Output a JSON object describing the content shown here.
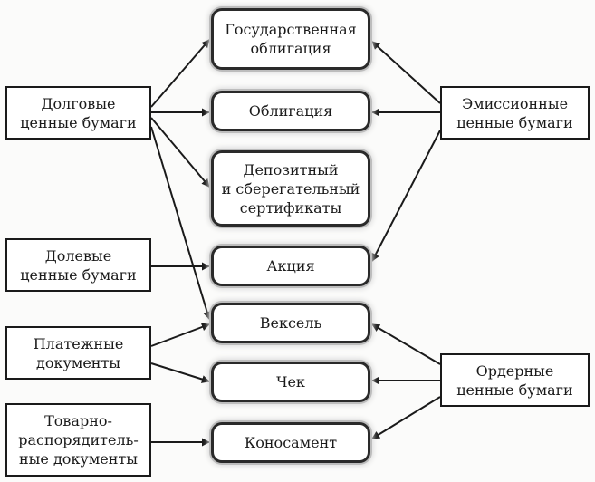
{
  "diagram": {
    "center_nodes": [
      {
        "id": "gov-bond",
        "lines": [
          "Государственная",
          "облигация"
        ]
      },
      {
        "id": "bond",
        "lines": [
          "Облигация"
        ]
      },
      {
        "id": "certificates",
        "lines": [
          "Депозитный",
          "и сберегательный",
          "сертификаты"
        ]
      },
      {
        "id": "share",
        "lines": [
          "Акция"
        ]
      },
      {
        "id": "bill",
        "lines": [
          "Вексель"
        ]
      },
      {
        "id": "cheque",
        "lines": [
          "Чек"
        ]
      },
      {
        "id": "bill-of-lading",
        "lines": [
          "Коносамент"
        ]
      }
    ],
    "left_nodes": [
      {
        "id": "debt",
        "lines": [
          "Долговые",
          "ценные бумаги"
        ]
      },
      {
        "id": "equity",
        "lines": [
          "Долевые",
          "ценные бумаги"
        ]
      },
      {
        "id": "payment",
        "lines": [
          "Платежные",
          "документы"
        ]
      },
      {
        "id": "commodity",
        "lines": [
          "Товарно-",
          "распорядитель-",
          "ные документы"
        ]
      }
    ],
    "right_nodes": [
      {
        "id": "issued",
        "lines": [
          "Эмиссионные",
          "ценные бумаги"
        ]
      },
      {
        "id": "order",
        "lines": [
          "Ордерные",
          "ценные бумаги"
        ]
      }
    ],
    "edges": [
      {
        "from": "debt",
        "to": "gov-bond"
      },
      {
        "from": "debt",
        "to": "bond"
      },
      {
        "from": "debt",
        "to": "certificates"
      },
      {
        "from": "debt",
        "to": "bill"
      },
      {
        "from": "equity",
        "to": "share"
      },
      {
        "from": "payment",
        "to": "bill"
      },
      {
        "from": "payment",
        "to": "cheque"
      },
      {
        "from": "commodity",
        "to": "bill-of-lading"
      },
      {
        "from": "issued",
        "to": "gov-bond"
      },
      {
        "from": "issued",
        "to": "bond"
      },
      {
        "from": "issued",
        "to": "share"
      },
      {
        "from": "order",
        "to": "bill"
      },
      {
        "from": "order",
        "to": "cheque"
      },
      {
        "from": "order",
        "to": "bill-of-lading"
      }
    ]
  }
}
